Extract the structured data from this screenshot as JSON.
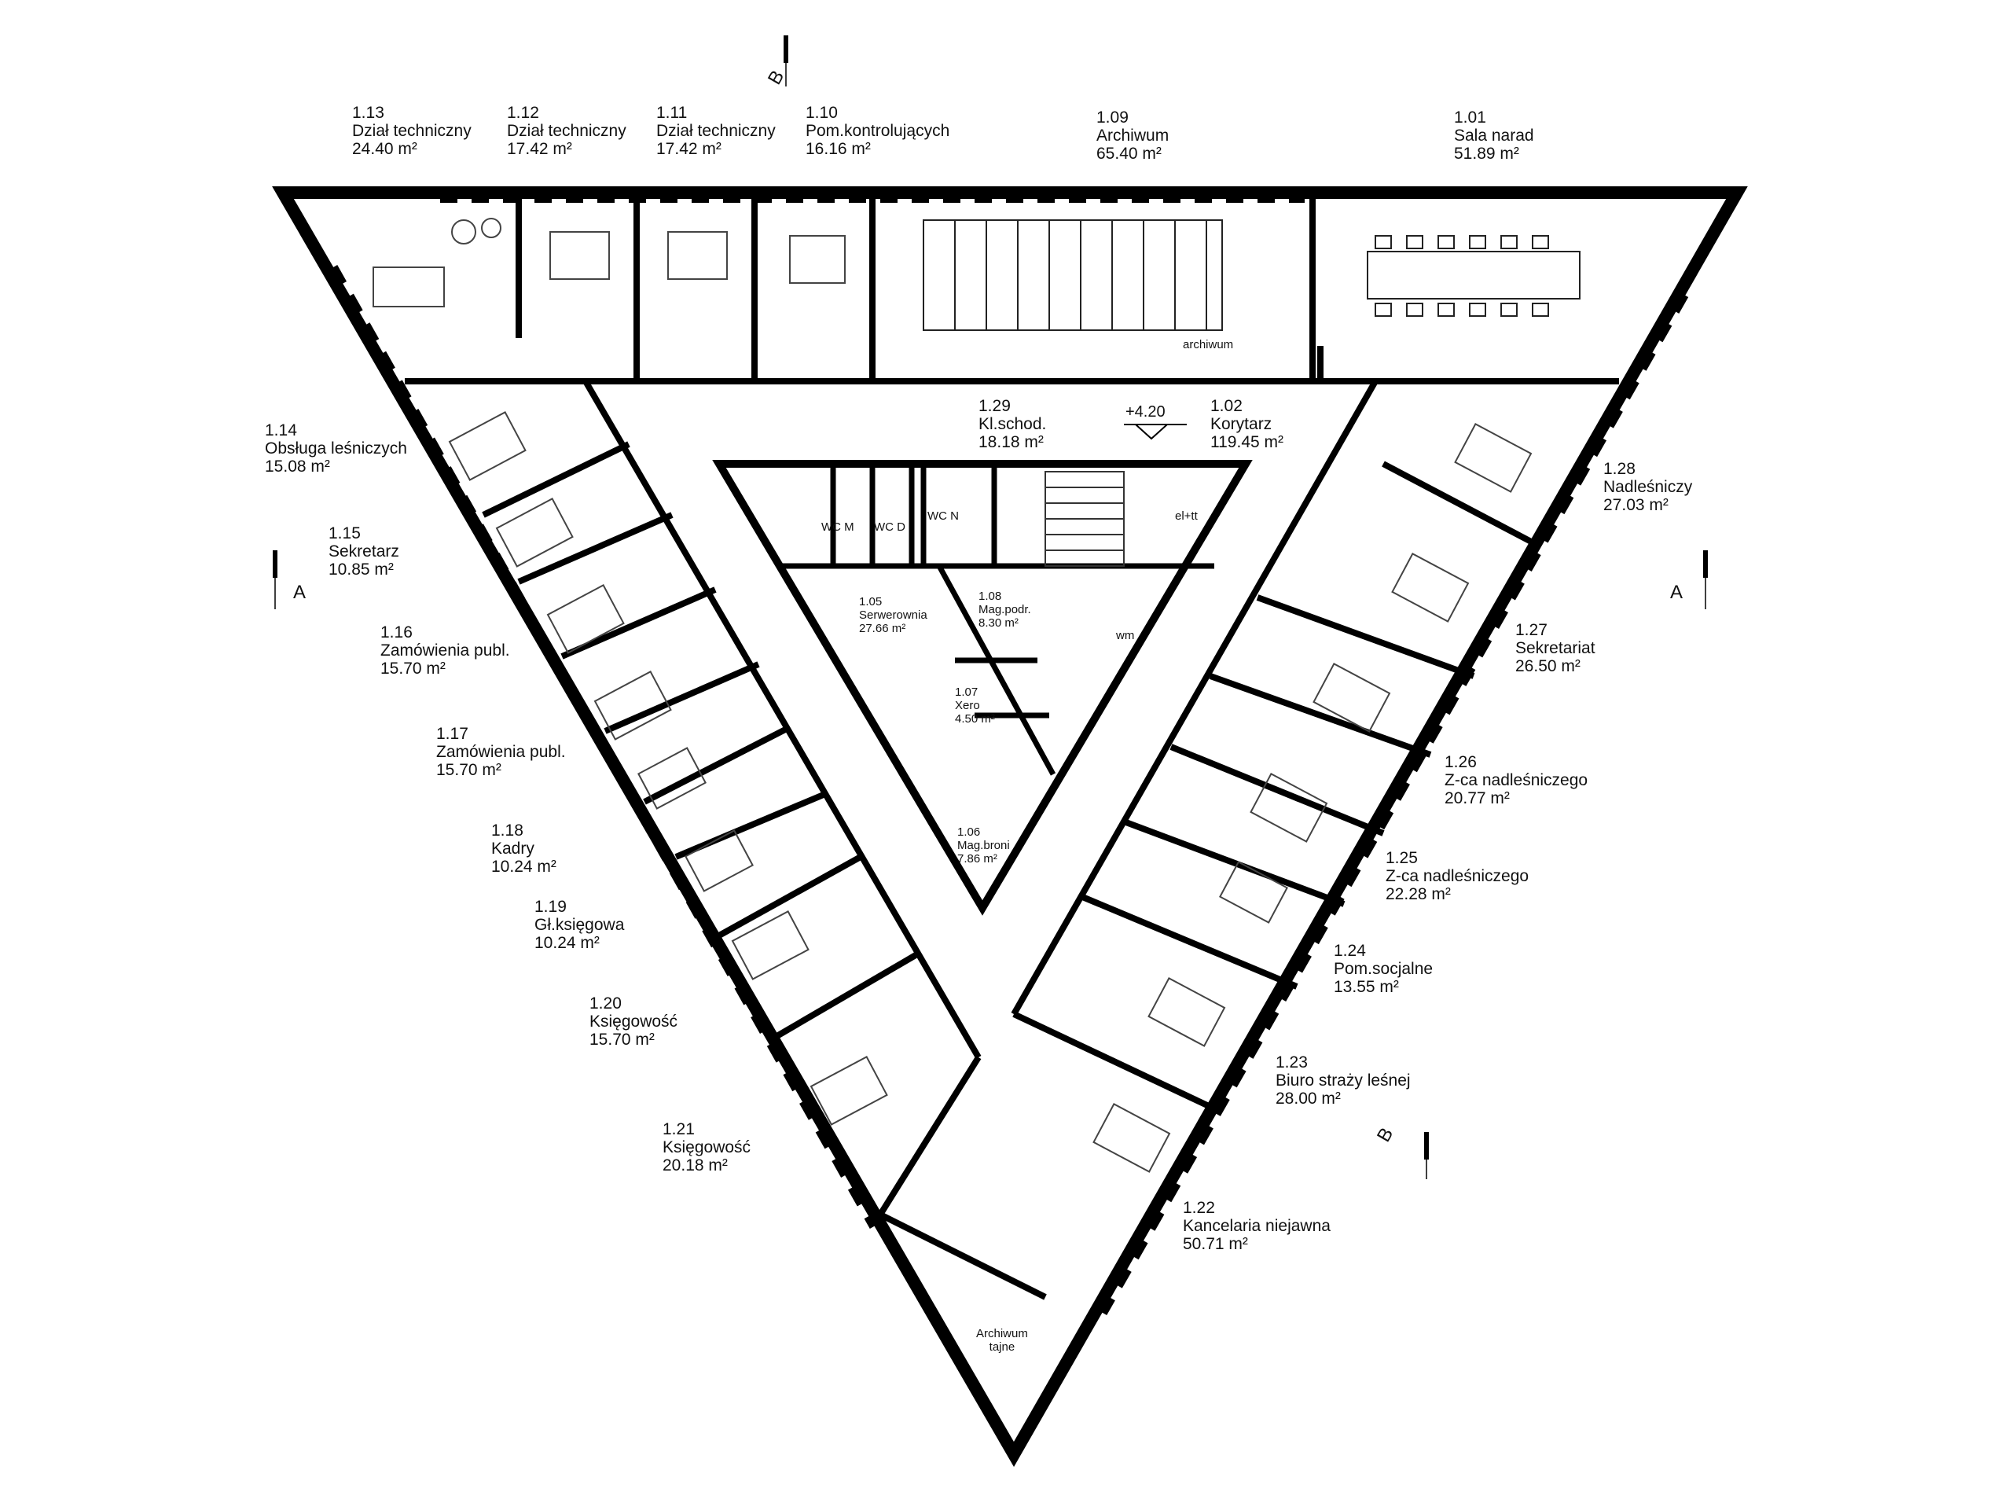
{
  "plan": {
    "elevation_mark": "+4.20",
    "section_markers": {
      "a_left": "A",
      "a_right": "A",
      "b_top": "B",
      "b_bottom": "B"
    }
  },
  "rooms": [
    {
      "id": "r113",
      "number": "1.13",
      "name": "Dział techniczny",
      "area": "24.40 m²"
    },
    {
      "id": "r112",
      "number": "1.12",
      "name": "Dział techniczny",
      "area": "17.42 m²"
    },
    {
      "id": "r111",
      "number": "1.11",
      "name": "Dział techniczny",
      "area": "17.42 m²"
    },
    {
      "id": "r110",
      "number": "1.10",
      "name": "Pom.kontrolujących",
      "area": "16.16 m²"
    },
    {
      "id": "r109",
      "number": "1.09",
      "name": "Archiwum",
      "area": "65.40 m²"
    },
    {
      "id": "r101",
      "number": "1.01",
      "name": "Sala narad",
      "area": "51.89 m²"
    },
    {
      "id": "r114",
      "number": "1.14",
      "name": "Obsługa leśniczych",
      "area": "15.08 m²"
    },
    {
      "id": "r115",
      "number": "1.15",
      "name": "Sekretarz",
      "area": "10.85 m²"
    },
    {
      "id": "r116",
      "number": "1.16",
      "name": "Zamówienia publ.",
      "area": "15.70 m²"
    },
    {
      "id": "r117",
      "number": "1.17",
      "name": "Zamówienia publ.",
      "area": "15.70 m²"
    },
    {
      "id": "r118",
      "number": "1.18",
      "name": "Kadry",
      "area": "10.24 m²"
    },
    {
      "id": "r119",
      "number": "1.19",
      "name": "Gł.księgowa",
      "area": "10.24 m²"
    },
    {
      "id": "r120",
      "number": "1.20",
      "name": "Księgowość",
      "area": "15.70 m²"
    },
    {
      "id": "r121",
      "number": "1.21",
      "name": "Księgowość",
      "area": "20.18 m²"
    },
    {
      "id": "r129",
      "number": "1.29",
      "name": "Kl.schod.",
      "area": "18.18 m²"
    },
    {
      "id": "r102",
      "number": "1.02",
      "name": "Korytarz",
      "area": "119.45 m²"
    },
    {
      "id": "r128",
      "number": "1.28",
      "name": "Nadleśniczy",
      "area": "27.03 m²"
    },
    {
      "id": "r127",
      "number": "1.27",
      "name": "Sekretariat",
      "area": "26.50 m²"
    },
    {
      "id": "r126",
      "number": "1.26",
      "name": "Z-ca nadleśniczego",
      "area": "20.77 m²"
    },
    {
      "id": "r125",
      "number": "1.25",
      "name": "Z-ca nadleśniczego",
      "area": "22.28 m²"
    },
    {
      "id": "r124",
      "number": "1.24",
      "name": "Pom.socjalne",
      "area": "13.55 m²"
    },
    {
      "id": "r123",
      "number": "1.23",
      "name": "Biuro straży leśnej",
      "area": "28.00 m²"
    },
    {
      "id": "r122",
      "number": "1.22",
      "name": "Kancelaria niejawna",
      "area": "50.71 m²"
    }
  ],
  "inner_rooms": [
    {
      "id": "r105",
      "number": "1.05",
      "name": "Serwerownia",
      "area": "27.66 m²"
    },
    {
      "id": "r108",
      "number": "1.08",
      "name": "Mag.podr.",
      "area": "8.30 m²"
    },
    {
      "id": "r107",
      "number": "1.07",
      "name": "Xero",
      "area": "4.50 m²"
    },
    {
      "id": "r106",
      "number": "1.06",
      "name": "Mag.broni",
      "area": "7.86 m²"
    }
  ],
  "small_labels": {
    "archiwum": "archiwum",
    "wc_m": "WC M",
    "wc_d": "WC D",
    "wc_n": "WC N",
    "wm": "wm",
    "el_tt": "el+tt",
    "archiwum_tajne_1": "Archiwum",
    "archiwum_tajne_2": "tajne"
  }
}
